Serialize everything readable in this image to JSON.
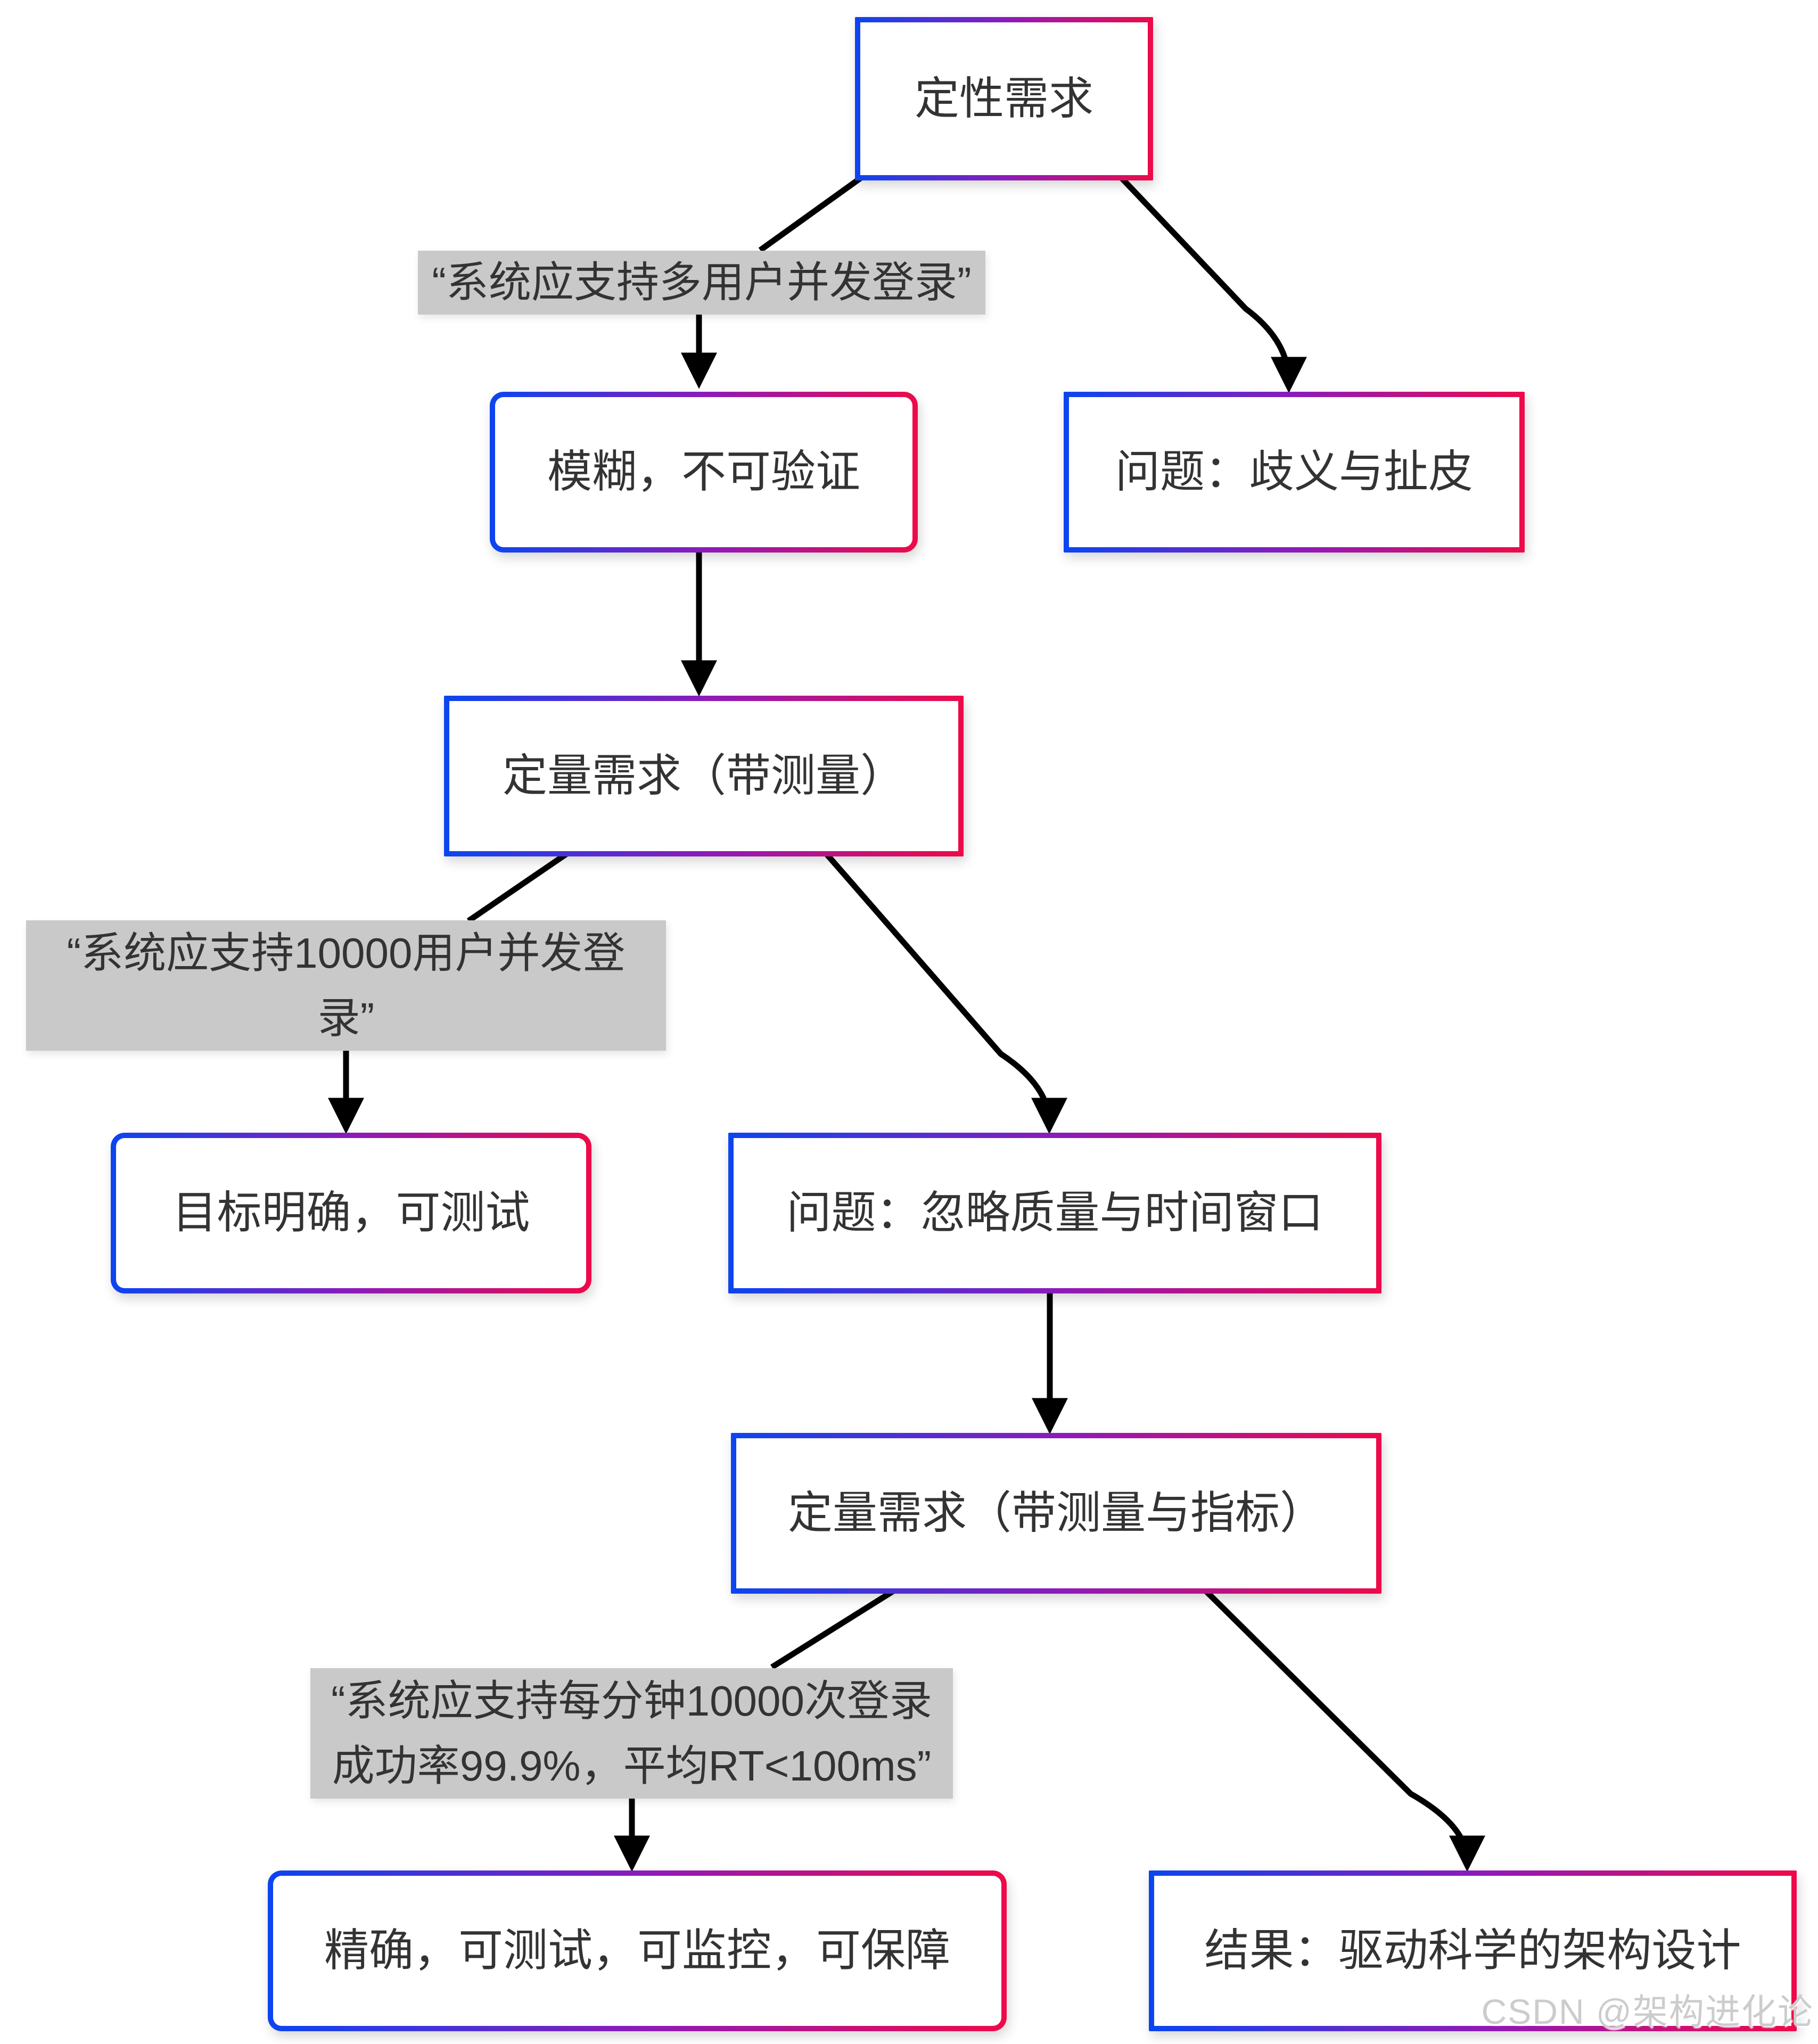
{
  "nodes": {
    "qualitative": {
      "label": "定性需求"
    },
    "vague": {
      "label": "模糊，不可验证"
    },
    "ambiguity": {
      "label": "问题：歧义与扯皮"
    },
    "quant1": {
      "label": "定量需求（带测量）"
    },
    "clear": {
      "label": "目标明确，可测试"
    },
    "ignore": {
      "label": "问题：忽略质量与时间窗口"
    },
    "quant2": {
      "label": "定量需求（带测量与指标）"
    },
    "precise": {
      "label": "精确，可测试，可监控，可保障"
    },
    "result": {
      "label": "结果：驱动科学的架构设计"
    }
  },
  "edge_labels": {
    "multi_user": {
      "text": "“系统应支持多用户并发登录”"
    },
    "ten_k_users": {
      "text": "“系统应支持10000用户并发登\n录”"
    },
    "ten_k_per_min": {
      "text": "“系统应支持每分钟10000次登录\n成功率99.9%，平均RT<100ms”"
    }
  },
  "watermark": {
    "text": "CSDN @架构进化论"
  },
  "colors": {
    "border_gradient_start": "#0b45f0",
    "border_gradient_mid": "#8f1ab8",
    "border_gradient_end": "#ee0a48",
    "edge_label_bg": "#c9c9c9",
    "node_text": "#333333",
    "arrow": "#000000",
    "watermark_text": "#cccccc"
  }
}
